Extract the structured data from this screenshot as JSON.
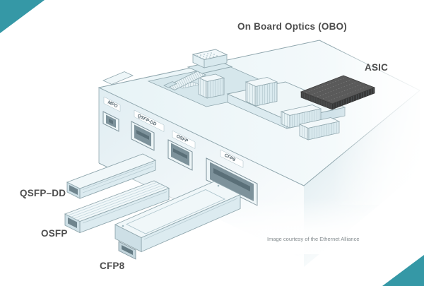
{
  "diagram": {
    "labels": {
      "obo": "On Board Optics (OBO)",
      "asic": "ASIC",
      "module_qsfp_dd": "QSFP–DD",
      "module_osfp": "OSFP",
      "module_cfp8": "CFP8"
    },
    "faceplate_tags": {
      "mpo": "MPO",
      "qsfp_dd": "QSFP-DD",
      "osfp": "OSFP",
      "cfp8": "CFP8"
    },
    "credit": "Image courtesy of the Ethernet Alliance",
    "colors": {
      "accent_teal": "#3598a6",
      "line": "#8fa6ad",
      "panel_light": "#e9f4f7",
      "panel_mid": "#d6e7ec",
      "port_dark": "#7d929b",
      "asic_dark": "#5a5a5a",
      "text": "#4d4d4d"
    }
  }
}
